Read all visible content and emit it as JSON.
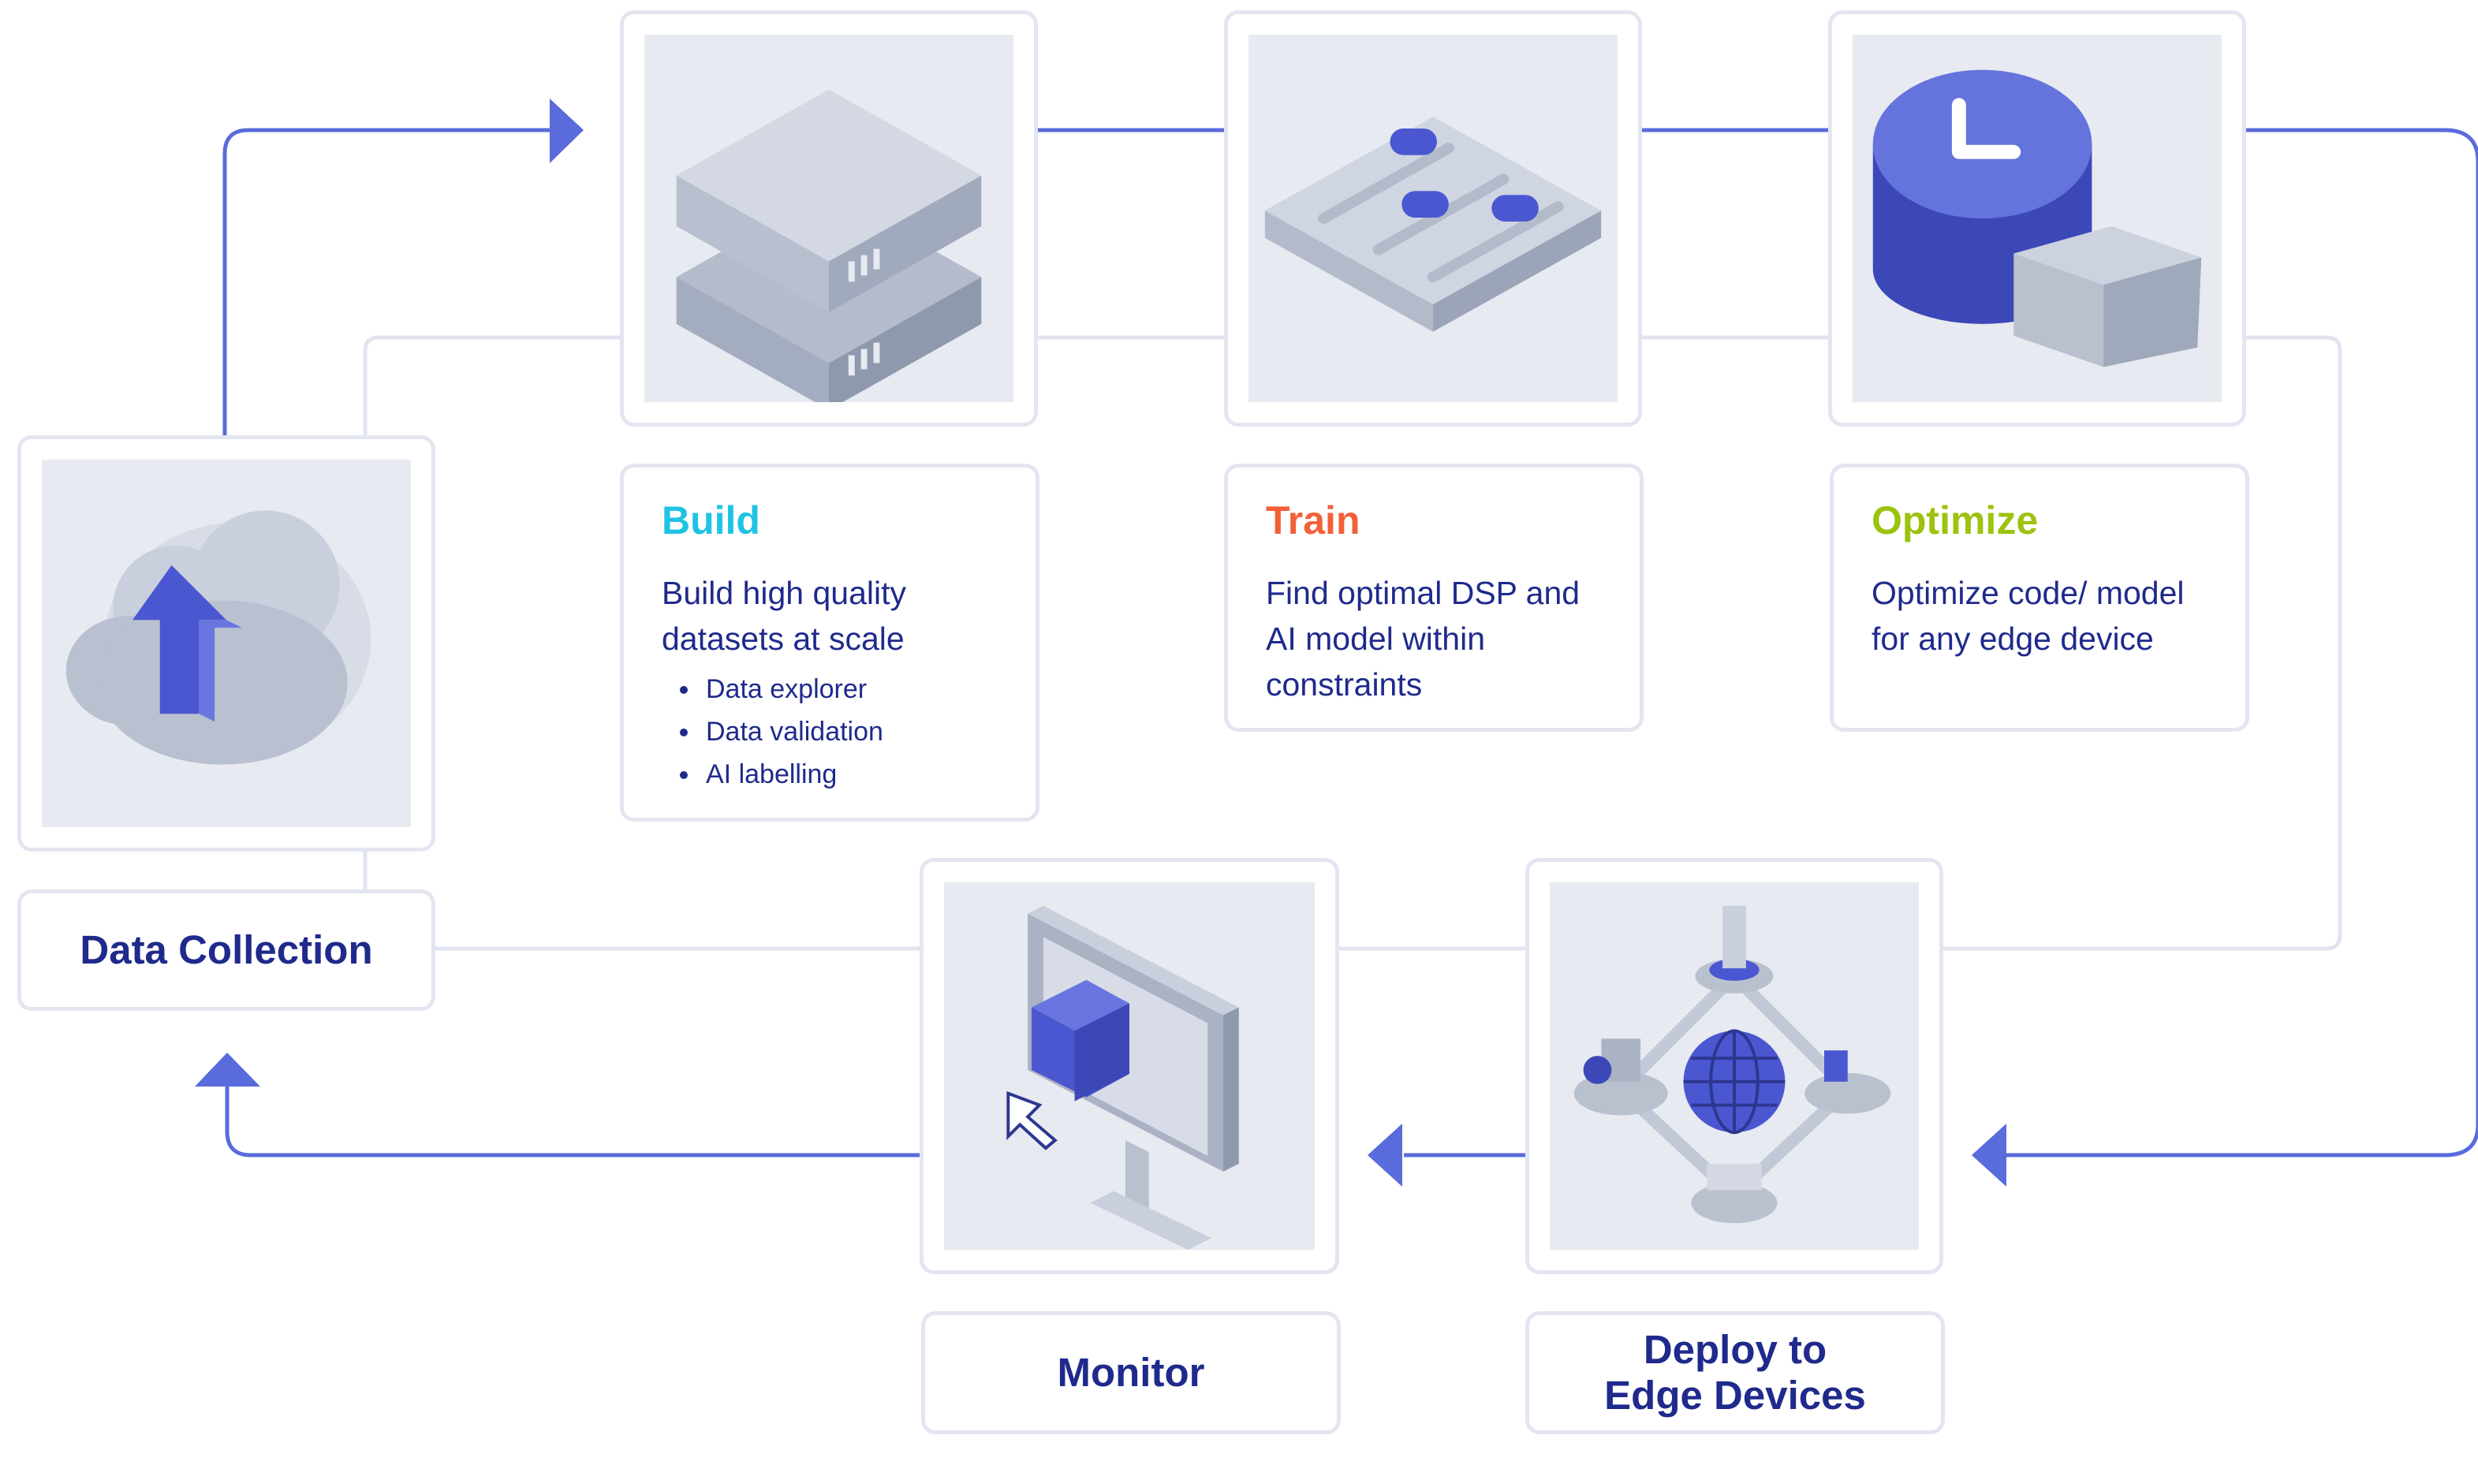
{
  "colors": {
    "arrow": "#5a6bdc",
    "connector": "#e1e4f0",
    "card_border": "#e3e6f0",
    "text_dark_blue": "#1f2a8c",
    "build": "#1fc3e3",
    "train": "#f2603a",
    "optimize": "#9bc30f",
    "illustration_bg": "#e7eaf0"
  },
  "stages": {
    "data_collection": {
      "label": "Data Collection",
      "icon": "cloud-upload-icon"
    },
    "build": {
      "title": "Build",
      "description": "Build high quality datasets at scale",
      "bullets": [
        "Data explorer",
        "Data validation",
        "AI labelling"
      ],
      "icon": "server-stack-icon"
    },
    "train": {
      "title": "Train",
      "description": "Find optimal DSP and AI model within constraints",
      "icon": "sliders-panel-icon"
    },
    "optimize": {
      "title": "Optimize",
      "description": "Optimize code/ model for any edge device",
      "icon": "stopwatch-icon"
    },
    "deploy": {
      "label": "Deploy to\nEdge Devices",
      "icon": "edge-network-icon"
    },
    "monitor": {
      "label": "Monitor",
      "icon": "monitor-cube-icon"
    }
  }
}
